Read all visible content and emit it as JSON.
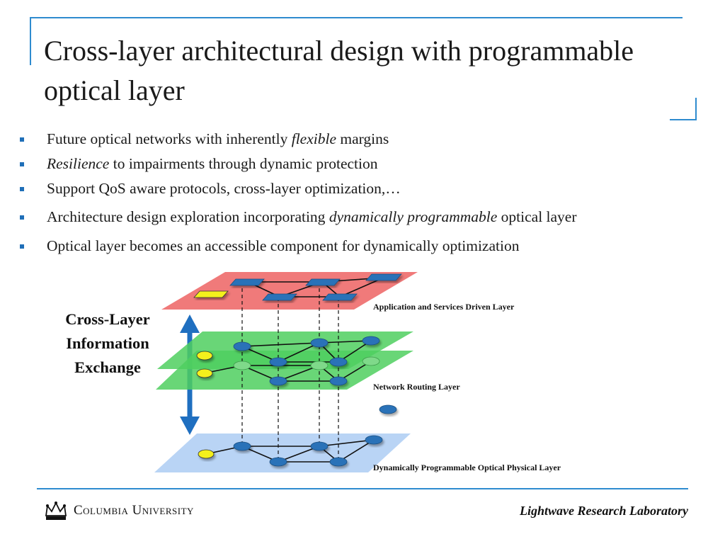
{
  "title": "Cross-layer architectural design with programmable optical layer",
  "bullets": [
    {
      "parts": [
        {
          "text": "Future optical networks with inherently "
        },
        {
          "text": "flexible",
          "italic": true
        },
        {
          "text": " margins"
        }
      ]
    },
    {
      "parts": [
        {
          "text": "Resilience",
          "italic": true
        },
        {
          "text": " to impairments through dynamic protection"
        }
      ]
    },
    {
      "parts": [
        {
          "text": "Support QoS aware protocols, cross-layer optimization,…"
        }
      ]
    },
    {
      "parts": [
        {
          "text": "Architecture design exploration incorporating "
        },
        {
          "text": "dynamically programmable",
          "italic": true
        },
        {
          "text": " optical layer"
        }
      ]
    },
    {
      "parts": [
        {
          "text": "Optical layer becomes an accessible component for dynamically optimization"
        }
      ]
    }
  ],
  "cross_layer_label": [
    "Cross-Layer",
    "Information",
    "Exchange"
  ],
  "layers": {
    "application": "Application and Services Driven Layer",
    "routing": "Network Routing Layer",
    "physical": "Dynamically Programmable Optical Physical Layer"
  },
  "footer": {
    "university": "Columbia University",
    "lab": "Lightwave Research Laboratory"
  },
  "colors": {
    "accent": "#2e8bcf",
    "application_layer": "#f07a7a",
    "routing_layer": "#4fcf5f",
    "physical_layer": "#b9d4f5",
    "node": "#2a72b8",
    "highlight_node": "#f4f01c",
    "arrow": "#1f6fc0"
  }
}
